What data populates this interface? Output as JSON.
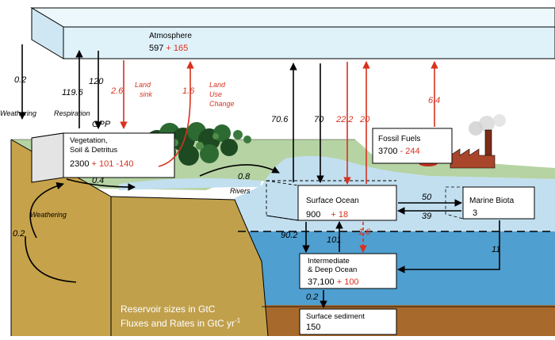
{
  "colors": {
    "atmosphere": "#dff2fa",
    "land_top": "#b6d3a4",
    "soil_front": "#c6a24a",
    "ocean_surface": "#c2dff0",
    "deep_ocean": "#4f9fd0",
    "sediment": "#a86a2c",
    "flux_black": "#000000",
    "flux_red": "#d8311f"
  },
  "atmosphere": {
    "label": "Atmosphere",
    "value": "597",
    "change": "+ 165"
  },
  "vegetation": {
    "line1": "Vegetation,",
    "line2": "Soil & Detritus",
    "value": "2300",
    "change": "+ 101 -140"
  },
  "fossil": {
    "label": "Fossil Fuels",
    "value": "3700",
    "change": "- 244"
  },
  "surface_ocean": {
    "label": "Surface Ocean",
    "value": "900",
    "change": "+ 18"
  },
  "marine_biota": {
    "label": "Marine Biota",
    "value": "3"
  },
  "deep_ocean": {
    "line1": "Intermediate",
    "line2": "& Deep Ocean",
    "value": "37,100",
    "change": "+ 100"
  },
  "sediment": {
    "label": "Surface sediment",
    "value": "150"
  },
  "fluxes": {
    "weathering_atm": "0.2",
    "weathering_label_top": "Weathering",
    "respiration": "119.6",
    "respiration_label": "Respiration",
    "gpp": "120",
    "gpp_label": "GPP",
    "land_sink": "2.6",
    "land_sink_label_1": "Land",
    "land_sink_label_2": "sink",
    "land_use": "1.6",
    "land_use_label_1": "Land",
    "land_use_label_2": "Use",
    "land_use_label_3": "Change",
    "ocean_up": "70.6",
    "ocean_down": "70",
    "ocean_anthro": "22.2",
    "ocean_out": "20",
    "fossil_emissions": "6.4",
    "rivers": "0.8",
    "rivers_label": "Rivers",
    "soil_runoff": "0.4",
    "weathering_soil": "0.2",
    "weathering_label_soil": "Weathering",
    "biota_uptake": "50",
    "biota_return": "39",
    "downwelling": "90.2",
    "upwelling": "101",
    "deep_anthro": "1.6",
    "biota_export": "11",
    "sedimentation": "0.2"
  },
  "legend": {
    "line1": "Reservoir sizes in GtC",
    "line2_prefix": "Fluxes and Rates in GtC yr",
    "line2_sup": "-1"
  }
}
